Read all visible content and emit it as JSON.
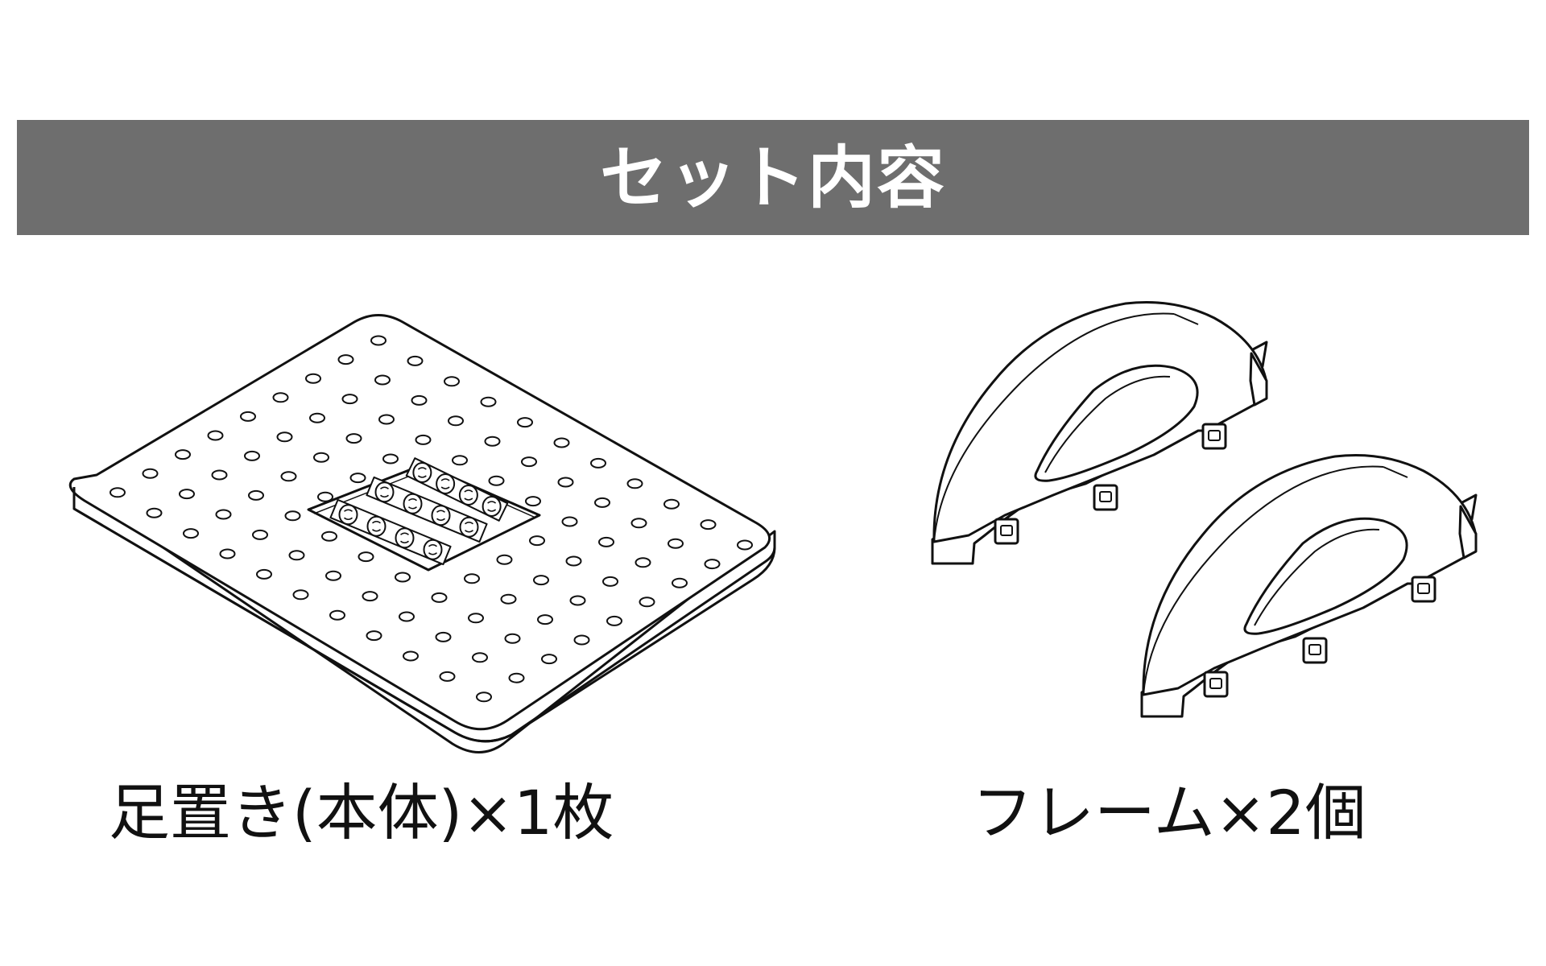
{
  "header": {
    "title": "セット内容"
  },
  "items": [
    {
      "label": "足置き(本体)×1枚",
      "icon": "foot-mat-illustration"
    },
    {
      "label": "フレーム×2個",
      "icon": "frame-illustration"
    }
  ],
  "colors": {
    "header_background": "#6e6e6e",
    "header_text": "#ffffff",
    "line_art": "#111111",
    "page_background": "#ffffff"
  }
}
